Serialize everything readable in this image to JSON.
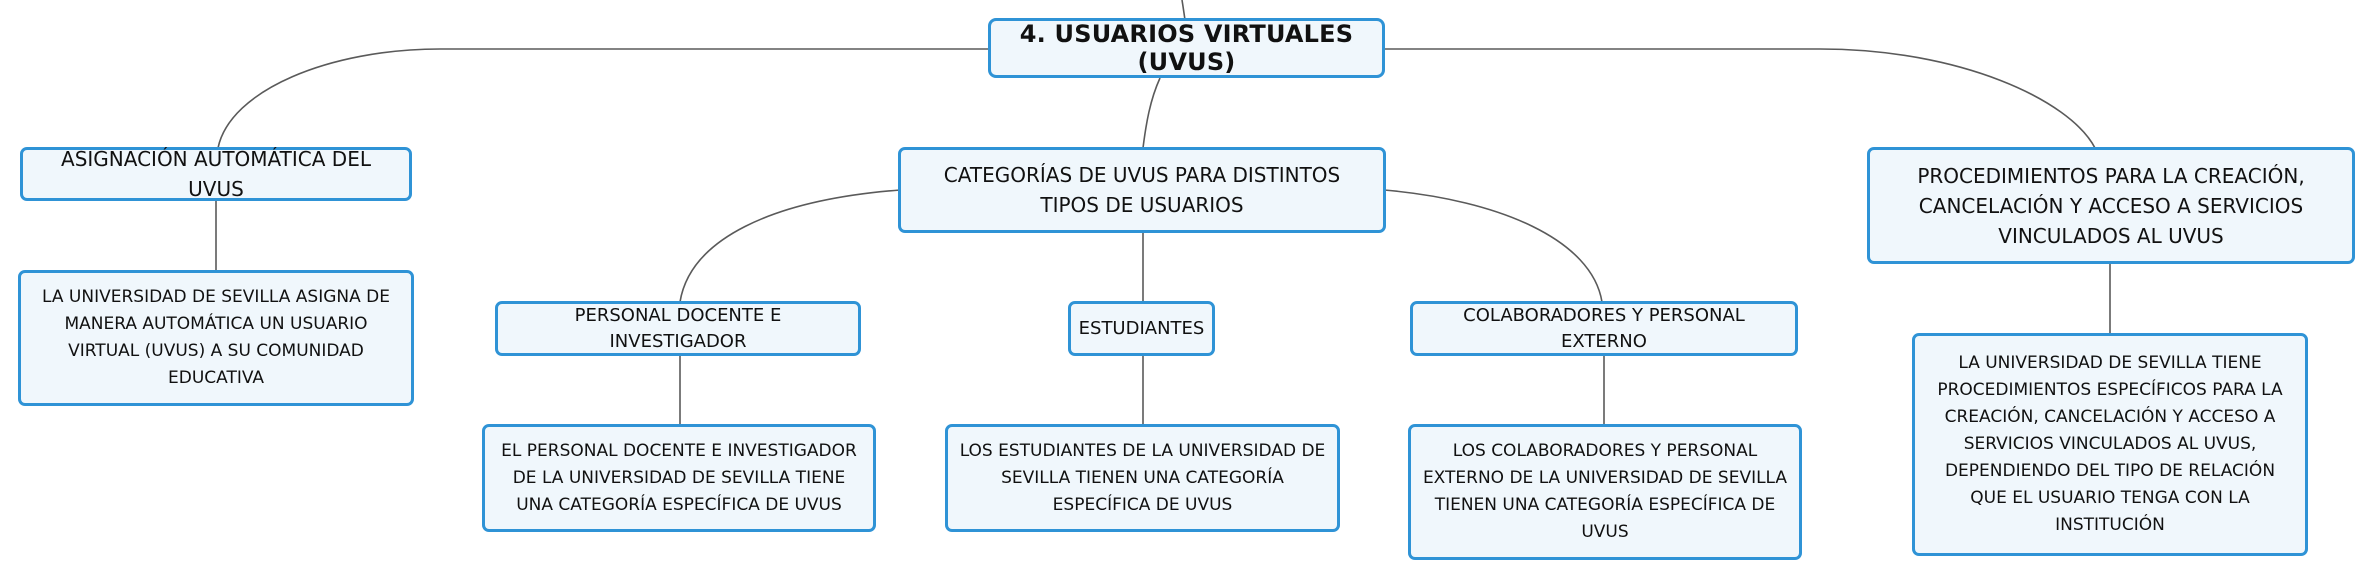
{
  "colors": {
    "node_border": "#2f93d6",
    "node_fill": "#f0f7fc",
    "connector": "#5a5a5a",
    "text": "#111111"
  },
  "root": {
    "label": "4. USUARIOS VIRTUALES (UVUS)"
  },
  "branches": {
    "asignacion": {
      "label": "ASIGNACIÓN AUTOMÁTICA DEL UVUS",
      "detail": "LA UNIVERSIDAD DE SEVILLA ASIGNA DE MANERA AUTOMÁTICA UN USUARIO VIRTUAL (UVUS) A SU COMUNIDAD EDUCATIVA"
    },
    "categorias": {
      "label": "CATEGORÍAS DE UVUS PARA DISTINTOS TIPOS DE USUARIOS",
      "pdi": {
        "label": "PERSONAL DOCENTE E INVESTIGADOR",
        "detail": "EL PERSONAL DOCENTE E INVESTIGADOR DE LA UNIVERSIDAD DE SEVILLA TIENE UNA CATEGORÍA ESPECÍFICA DE UVUS"
      },
      "estudiantes": {
        "label": "ESTUDIANTES",
        "detail": "LOS ESTUDIANTES DE LA UNIVERSIDAD DE SEVILLA TIENEN UNA CATEGORÍA ESPECÍFICA DE UVUS"
      },
      "colaboradores": {
        "label": "COLABORADORES Y PERSONAL EXTERNO",
        "detail": "LOS COLABORADORES Y PERSONAL EXTERNO DE LA UNIVERSIDAD DE SEVILLA TIENEN UNA CATEGORÍA ESPECÍFICA DE UVUS"
      }
    },
    "procedimientos": {
      "label": "PROCEDIMIENTOS PARA LA CREACIÓN, CANCELACIÓN Y ACCESO A SERVICIOS VINCULADOS AL UVUS",
      "detail": "LA UNIVERSIDAD DE SEVILLA TIENE PROCEDIMIENTOS ESPECÍFICOS PARA LA CREACIÓN, CANCELACIÓN Y ACCESO A SERVICIOS VINCULADOS AL UVUS, DEPENDIENDO DEL TIPO DE RELACIÓN QUE EL USUARIO TENGA CON LA INSTITUCIÓN"
    }
  }
}
